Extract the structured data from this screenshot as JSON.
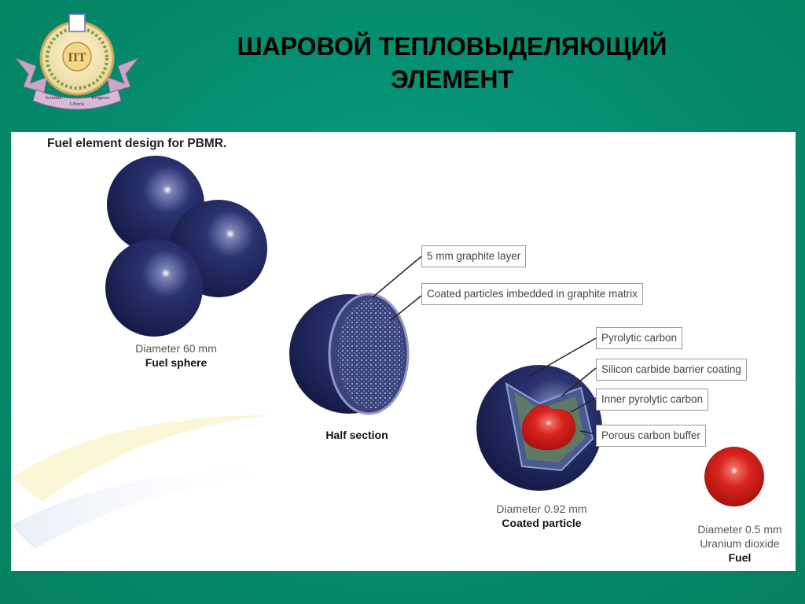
{
  "title": {
    "line1": "ШАРОВОЙ ТЕПЛОВЫДЕЛЯЮЩИЙ",
    "line2": "ЭЛЕМЕНТ"
  },
  "logo": {
    "monogram": "ПТ",
    "ribbon_words": [
      "Scientia",
      "Liberta",
      "Progress"
    ]
  },
  "diagram": {
    "heading": "Fuel element design for PBMR.",
    "fuel_sphere": {
      "dimension": "Diameter 60 mm",
      "name": "Fuel sphere"
    },
    "half_section": {
      "name": "Half section"
    },
    "coated_particle": {
      "dimension": "Diameter 0.92 mm",
      "name": "Coated particle"
    },
    "fuel": {
      "dimension": "Diameter 0.5 mm",
      "material": "Uranium dioxide",
      "name": "Fuel"
    },
    "callouts": {
      "graphite_layer": "5 mm graphite layer",
      "coated_particles": "Coated particles imbedded in graphite matrix",
      "pyrolytic_carbon": "Pyrolytic carbon",
      "silicon_carbide": "Silicon carbide barrier coating",
      "inner_pyrolytic": "Inner pyrolytic carbon",
      "porous_buffer": "Porous carbon buffer"
    }
  },
  "colors": {
    "background": "#058c6f",
    "sphere_dark": "#1c2455",
    "fuel_red": "#d8231e",
    "silicon_layer": "#4a5a8f",
    "buffer_green": "#5e7a64"
  }
}
